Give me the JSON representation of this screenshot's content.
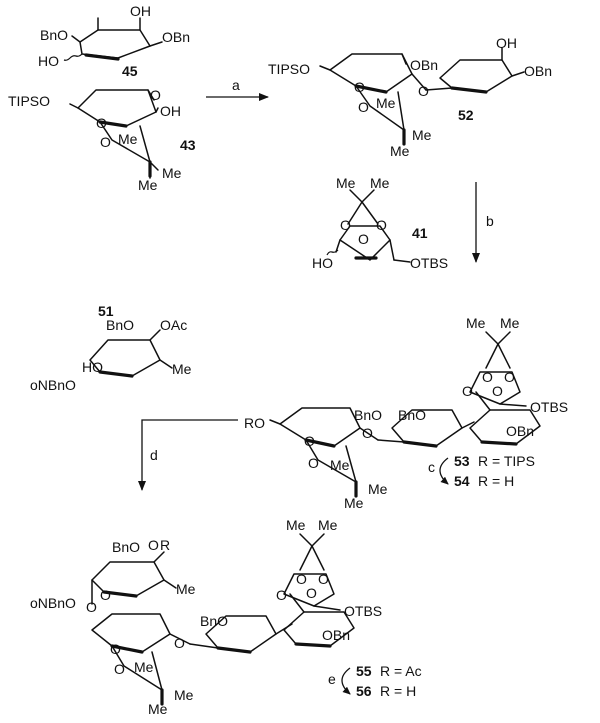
{
  "compounds": {
    "c45": {
      "number": "45",
      "lbl_bno1": "BnO",
      "lbl_oh": "OH",
      "lbl_obn": "OBn",
      "lbl_ho": "HO"
    },
    "c43": {
      "number": "43",
      "lbl_tipso": "TIPSO",
      "lbl_oh": "OH",
      "lbl_me1": "Me",
      "lbl_me2": "Me",
      "lbl_me3": "Me"
    },
    "c52": {
      "number": "52",
      "lbl_tipso": "TIPSO",
      "lbl_obn1": "OBn",
      "lbl_oh": "OH",
      "lbl_obn2": "OBn",
      "lbl_me1": "Me",
      "lbl_me2": "Me",
      "lbl_me3": "Me"
    },
    "c41": {
      "number": "41",
      "lbl_me1": "Me",
      "lbl_me2": "Me",
      "lbl_ho": "HO",
      "lbl_otbs": "OTBS"
    },
    "c51": {
      "number": "51",
      "lbl_bno": "BnO",
      "lbl_oac": "OAc",
      "lbl_ho": "HO",
      "lbl_me": "Me",
      "lbl_onbno": "oNBnO"
    },
    "c53_54": {
      "lbl_ro": "RO",
      "lbl_bno1": "BnO",
      "lbl_bno2": "BnO",
      "lbl_obn": "OBn",
      "lbl_otbs": "OTBS",
      "lbl_me1": "Me",
      "lbl_me2": "Me",
      "lbl_me3": "Me",
      "lbl_me4": "Me",
      "lbl_me5": "Me",
      "num53": "53",
      "r53": "R = TIPS",
      "num54": "54",
      "r54": "R = H"
    },
    "c55_56": {
      "lbl_bnor": "BnO",
      "lbl_r": "R",
      "lbl_onbno": "oNBnO",
      "lbl_me1": "Me",
      "lbl_bno2": "BnO",
      "lbl_obn": "OBn",
      "lbl_otbs": "OTBS",
      "lbl_me2": "Me",
      "lbl_me3": "Me",
      "lbl_me4": "Me",
      "lbl_me5": "Me",
      "lbl_me6": "Me",
      "num55": "55",
      "r55": "R = Ac",
      "num56": "56",
      "r56": "R = H"
    }
  },
  "reagents": {
    "a": "a",
    "b": "b",
    "c": "c",
    "d": "d",
    "e": "e"
  }
}
